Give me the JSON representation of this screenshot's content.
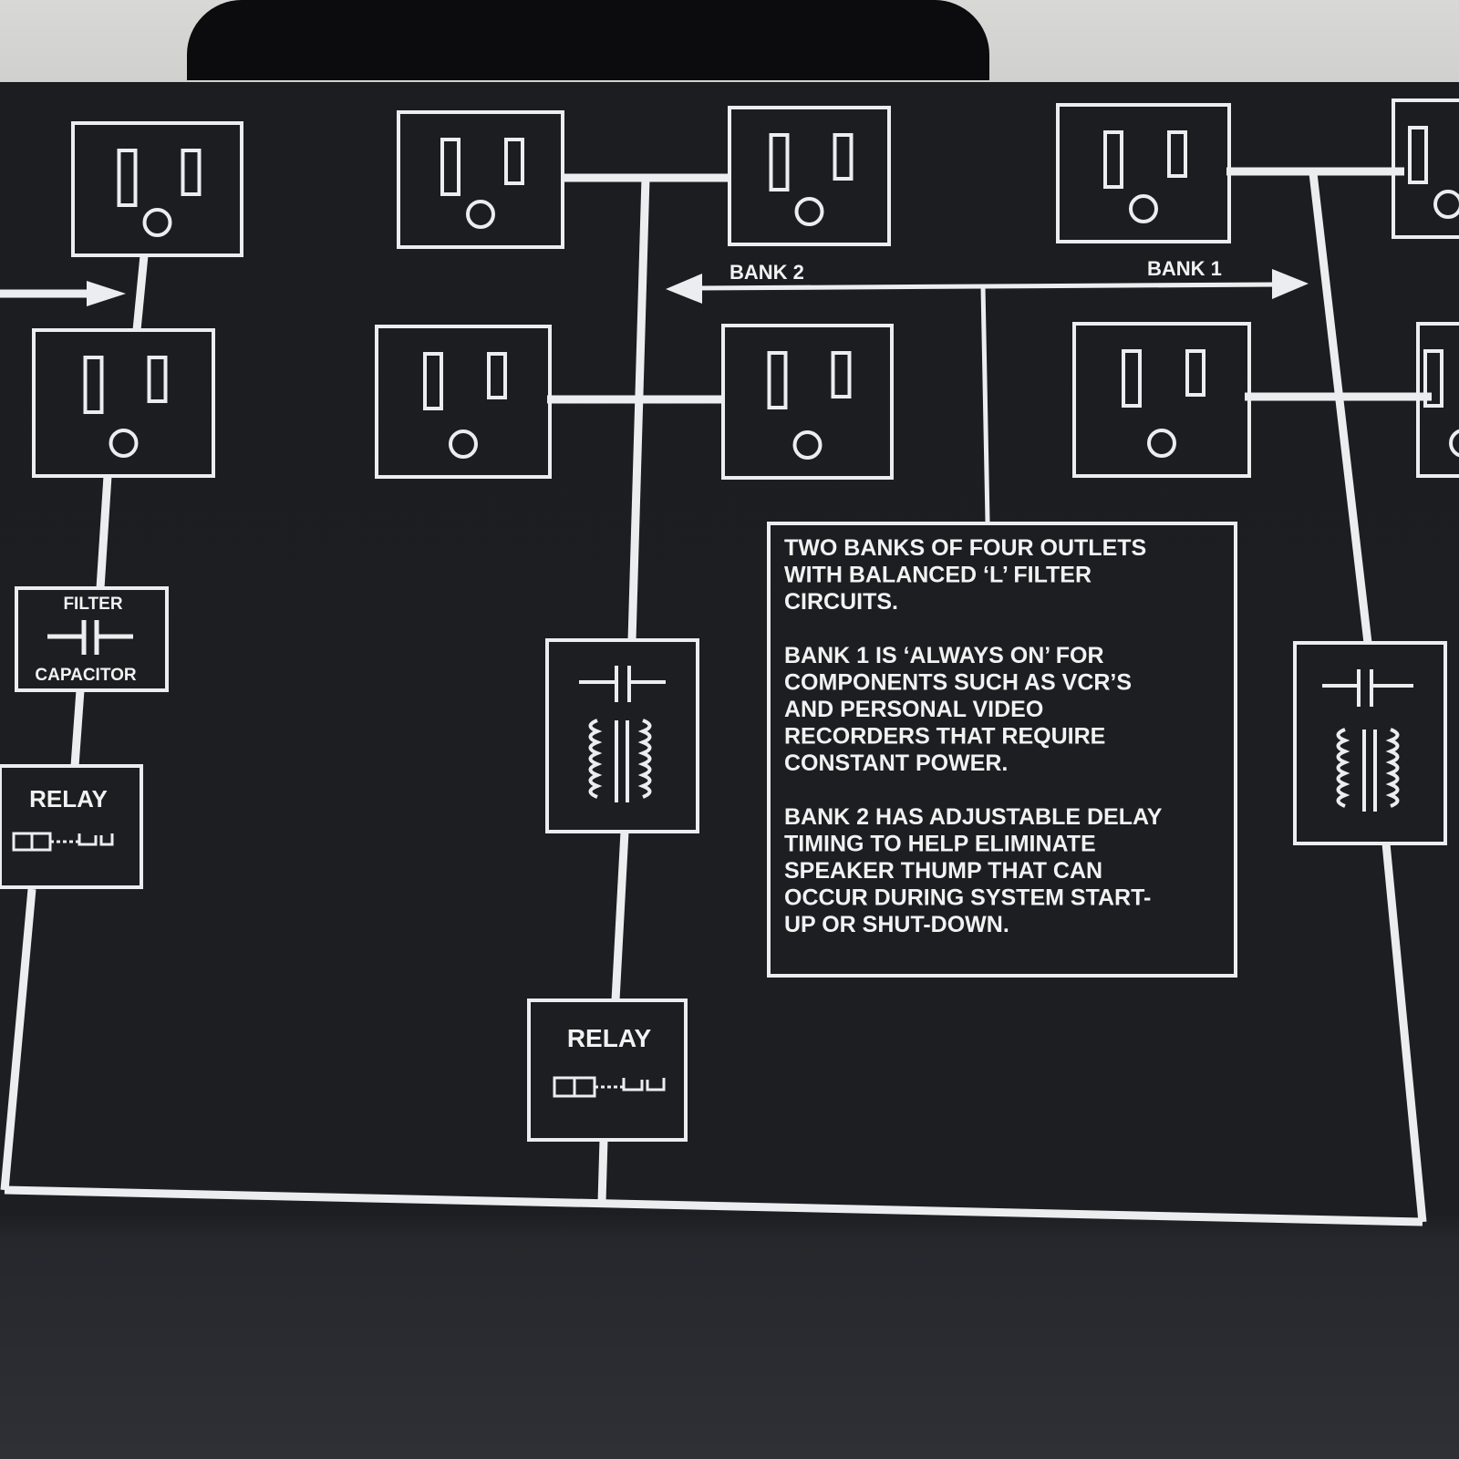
{
  "labels": {
    "bank2": "BANK 2",
    "bank1": "BANK 1",
    "filter": "FILTER",
    "capacitor": "CAPACITOR",
    "relay_left": "RELAY",
    "relay_center": "RELAY"
  },
  "description_lines": [
    "TWO BANKS OF FOUR OUTLETS",
    "WITH  BALANCED ‘L’ FILTER",
    "CIRCUITS.",
    "",
    "BANK 1 IS ‘ALWAYS ON’ FOR",
    "COMPONENTS SUCH AS VCR’S",
    "AND PERSONAL VIDEO",
    "RECORDERS THAT REQUIRE",
    "CONSTANT POWER.",
    "",
    "BANK 2 HAS ADJUSTABLE DELAY",
    "TIMING TO HELP ELIMINATE",
    "SPEAKER THUMP THAT CAN",
    "OCCUR DURING SYSTEM START-",
    "UP OR SHUT-DOWN."
  ],
  "icons": [
    "outlet-icon",
    "capacitor-icon",
    "inductor-icon",
    "relay-icon",
    "arrow-icon"
  ],
  "colors": {
    "panel": "#1c1d20",
    "line": "#ecedee"
  }
}
